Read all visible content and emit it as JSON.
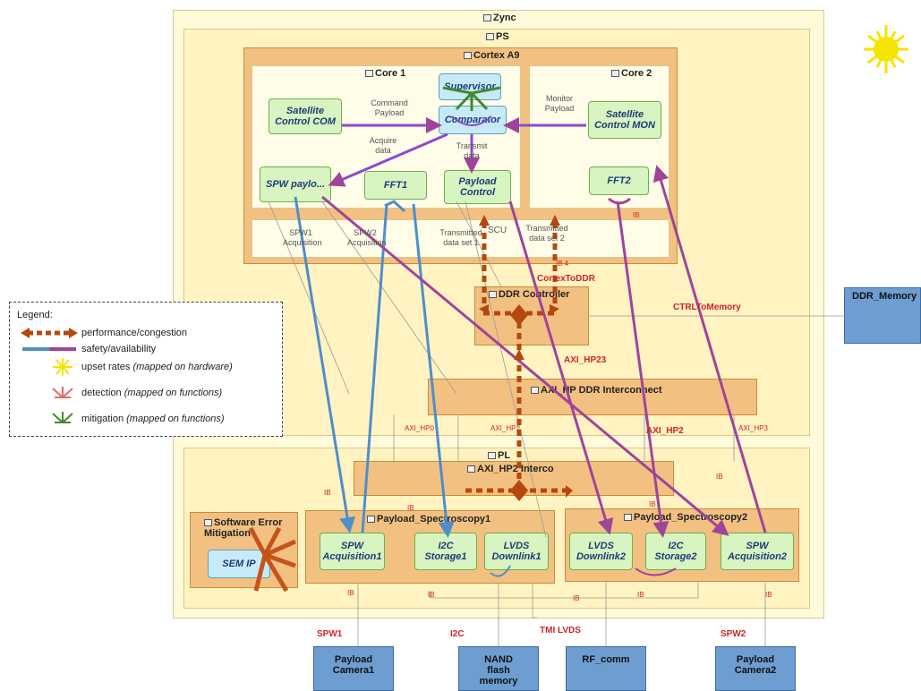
{
  "zones": {
    "zync": "Zync",
    "ps": "PS",
    "cortex": "Cortex A9",
    "core1": "Core 1",
    "core2": "Core 2",
    "pl": "PL",
    "ddr_controller": "DDR Controller",
    "axi_hp_ddr": "AXI_HP DDR Interconnect",
    "axi_hp2_interco": "AXI_HP2 Interco",
    "payload_spec1": "Payload_Spectroscopy1",
    "payload_spec2": "Payload_Spectroscopy2",
    "sem": "Software Error Mitigation",
    "scu": "SCU"
  },
  "functions": {
    "supervisor": "Supervisor",
    "comparator": "Comparator",
    "sat_com": "Satellite Control COM",
    "sat_mon": "Satellite Control MON",
    "spw_payload": "SPW paylo...",
    "fft1": "FFT1",
    "payload_control": "Payload Control",
    "fft2": "FFT2",
    "spw_acq1": "SPW Acquisition1",
    "i2c_storage1": "I2C Storage1",
    "lvds_downlink1": "LVDS Downlink1",
    "lvds_downlink2": "LVDS Downlink2",
    "i2c_storage2": "I2C Storage2",
    "spw_acq2": "SPW Acquisition2",
    "sem_ip": "SEM IP"
  },
  "hardware": {
    "ddr_memory": "DDR_Memory",
    "camera1": "Payload Camera1",
    "nand": "NAND flash memory",
    "rf_comm": "RF_comm",
    "camera2": "Payload Camera2"
  },
  "flows": {
    "command_payload": "Command Payload",
    "monitor_payload": "Monitor Payload",
    "acquire_data": "Acquire data",
    "transmit_data": "Transmit data",
    "spw1_acq": "SPW1 Acquisition",
    "spw2_acq": "SPW2 Acquisition",
    "tds1": "Transmitted data set 1",
    "tds2": "Transmitted data set 2"
  },
  "buses": {
    "cortex_to_ddr": "CortexToDDR",
    "ctrl_to_memory": "CTRLToMemory",
    "axi_hp23": "AXI_HP23",
    "axi_hp2": "AXI_HP2",
    "axi_hp0": "AXI_HP0",
    "axi_hp1": "AXI_HP1",
    "axi_hp3": "AXI_HP3",
    "spw1": "SPW1",
    "i2c": "I2C",
    "tmi_lvds": "TMI LVDS",
    "spw2": "SPW2",
    "ib": "IB",
    "ib4": "IB 4",
    "ib_short": "IB"
  },
  "legend": {
    "title": "Legend:",
    "perf": "performance/congestion",
    "safety": "safety/availability",
    "upset": "upset rates",
    "upset_note": "(mapped on hardware)",
    "detection": "detection",
    "detection_note": "(mapped on functions)",
    "mitigation": "mitigation",
    "mitigation_note": "(mapped on functions)"
  },
  "colors": {
    "perf_arrow": "#b5470f",
    "safety_blue": "#4f8ec9",
    "safety_purple": "#a0449a",
    "mitigation": "#3f8a2e",
    "detection": "#e56a6a",
    "upset": "#f7e300",
    "red_label": "#d2232a"
  }
}
